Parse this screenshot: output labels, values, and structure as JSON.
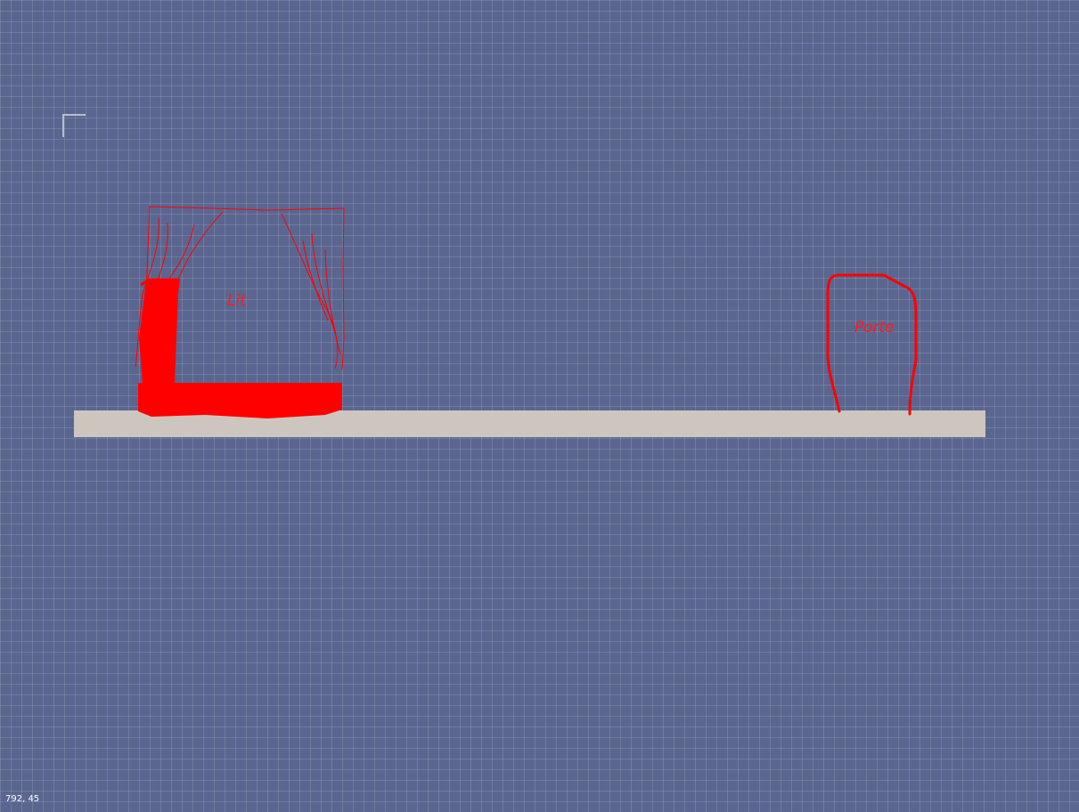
{
  "canvas": {
    "background_color": "#5a6690",
    "grid": true,
    "annotation_color": "#ff0000",
    "floor_color": "#cdc6be"
  },
  "annotations": {
    "bed": {
      "label": "Lit",
      "icon": "canopy-bed-sketch"
    },
    "door": {
      "label": "Porte",
      "icon": "door-sketch"
    }
  },
  "status": {
    "coordinates": "792, 45"
  }
}
